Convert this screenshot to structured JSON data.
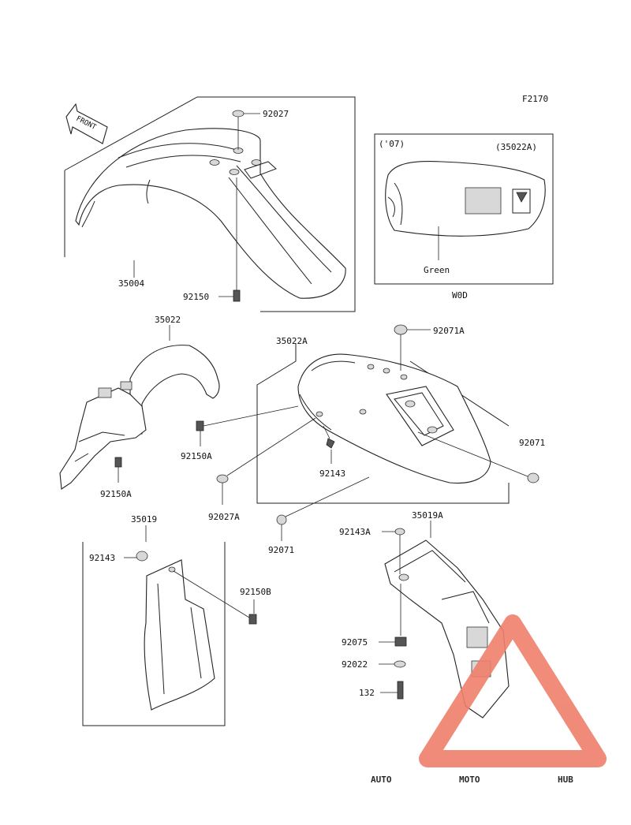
{
  "page_code": "F2170",
  "front_label": "FRONT",
  "inset": {
    "year": "('07)",
    "part_ref": "(35022A)",
    "color_note": "Green",
    "caption": "W0D"
  },
  "callouts": {
    "p35004": "35004",
    "p92027": "92027",
    "p92150": "92150",
    "p35022": "35022",
    "p35022A": "35022A",
    "p92071A": "92071A",
    "p92150A_mid": "92150A",
    "p92150A_left": "92150A",
    "p92143_mid": "92143",
    "p92071_right": "92071",
    "p92027A": "92027A",
    "p92071_low": "92071",
    "p35019": "35019",
    "p92143_left": "92143",
    "p92150B": "92150B",
    "p35019A": "35019A",
    "p92143A": "92143A",
    "p92075": "92075",
    "p92022": "92022",
    "p132": "132"
  },
  "watermark": {
    "part1": "AUTO",
    "part2": "MOTO",
    "part3": "HUB",
    "color1": "#f5b233",
    "color2": "#f07f6b",
    "color3": "#8a8a8a"
  }
}
